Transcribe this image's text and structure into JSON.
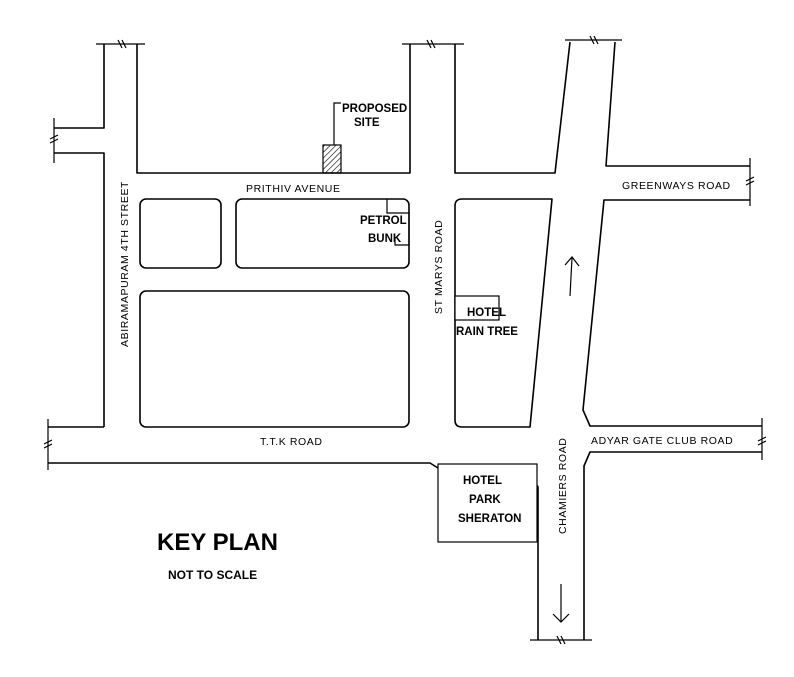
{
  "map": {
    "title": "KEY PLAN",
    "subtitle": "NOT TO SCALE",
    "roads": {
      "prithiv_avenue": "PRITHIV AVENUE",
      "greenways_road": "GREENWAYS ROAD",
      "abhiramapuram_4th_street": "ABIRAMAPURAM 4TH STREET",
      "st_marys_road": "ST MARYS ROAD",
      "ttk_road": "T.T.K ROAD",
      "adyar_gate_club_road": "ADYAR GATE CLUB ROAD",
      "chamiers_road": "CHAMIERS ROAD"
    },
    "landmarks": {
      "proposed_site": [
        "PROPOSED",
        "SITE"
      ],
      "petrol_bunk": [
        "PETROL",
        "BUNK"
      ],
      "hotel_rain_tree": [
        "HOTEL",
        "RAIN TREE"
      ],
      "hotel_park_sheraton": [
        "HOTEL",
        "PARK",
        "SHERATON"
      ]
    },
    "colors": {
      "ink": "#000000",
      "paper": "#ffffff"
    }
  }
}
